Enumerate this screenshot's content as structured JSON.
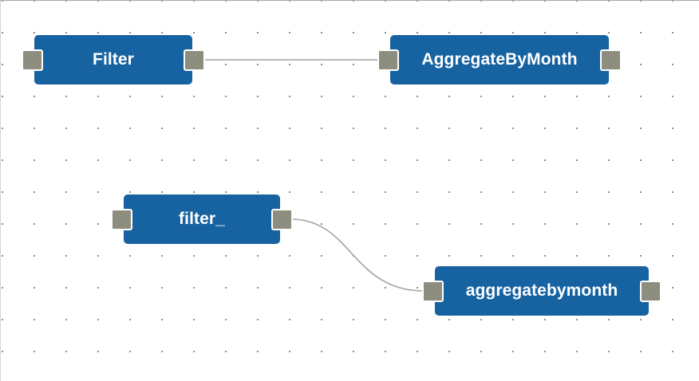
{
  "canvas": {
    "dot_color": "#7d7d7d",
    "node_color": "#1763a2",
    "port_color": "#8e8e80",
    "wire_color": "#a4a4a4"
  },
  "nodes": [
    {
      "id": "filter",
      "label": "Filter"
    },
    {
      "id": "aggregate",
      "label": "AggregateByMonth"
    },
    {
      "id": "filter2",
      "label": "filter_"
    },
    {
      "id": "aggregate2",
      "label": "aggregatebymonth"
    }
  ],
  "connections": [
    {
      "from": "Filter",
      "to": "AggregateByMonth"
    },
    {
      "from": "filter_",
      "to": "aggregatebymonth"
    }
  ]
}
